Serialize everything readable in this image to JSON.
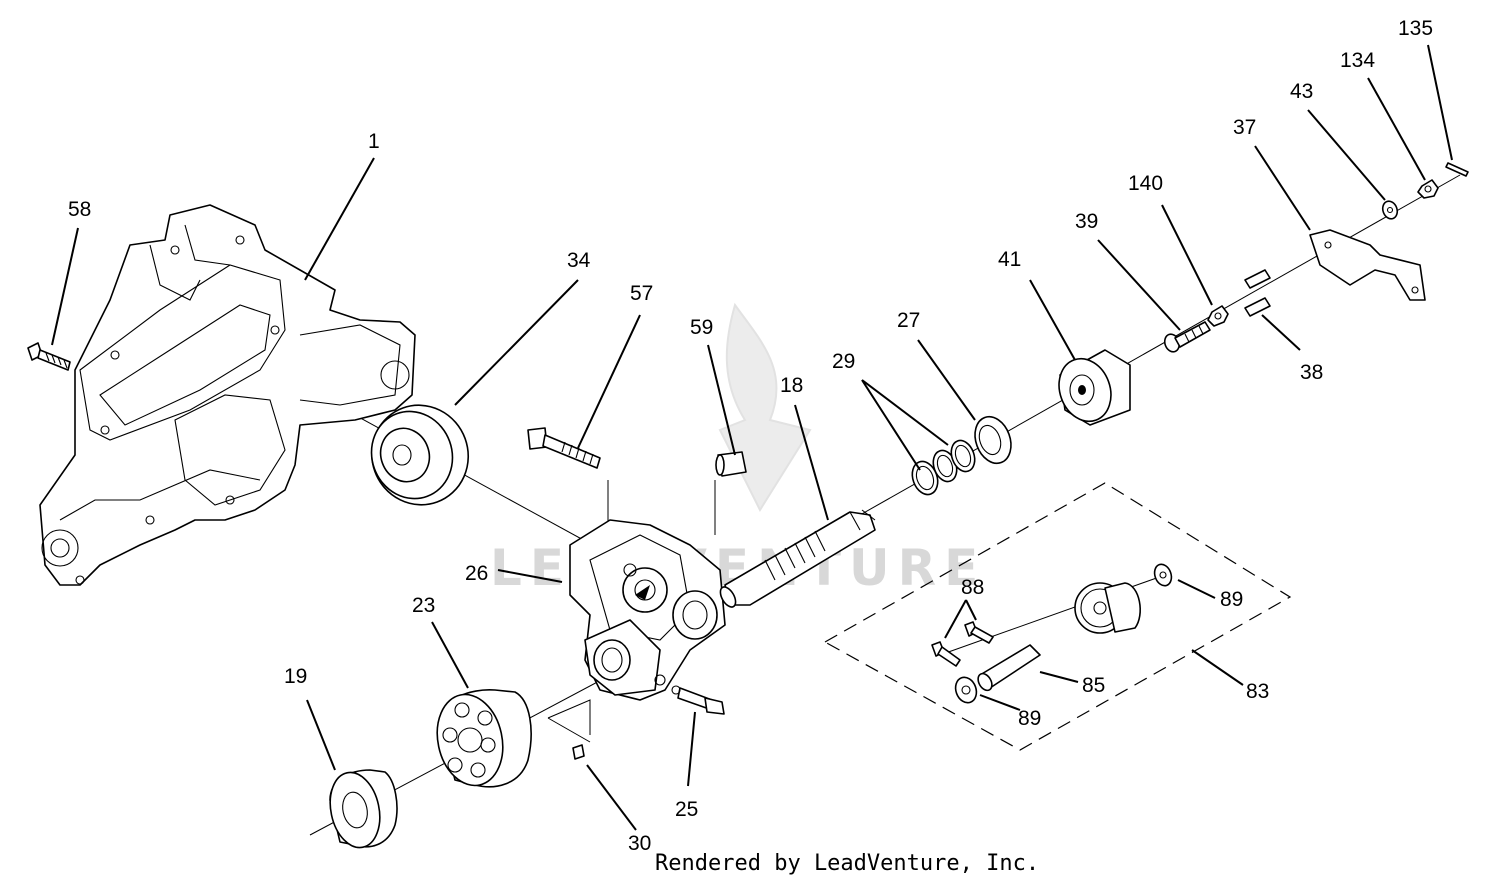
{
  "diagram": {
    "footer": "Rendered by LeadVenture, Inc.",
    "watermark": "LEADVENTURE",
    "callouts": [
      {
        "id": "1",
        "label": "1"
      },
      {
        "id": "58",
        "label": "58"
      },
      {
        "id": "34",
        "label": "34"
      },
      {
        "id": "57",
        "label": "57"
      },
      {
        "id": "59",
        "label": "59"
      },
      {
        "id": "18",
        "label": "18"
      },
      {
        "id": "29",
        "label": "29"
      },
      {
        "id": "27",
        "label": "27"
      },
      {
        "id": "41",
        "label": "41"
      },
      {
        "id": "39",
        "label": "39"
      },
      {
        "id": "140",
        "label": "140"
      },
      {
        "id": "37",
        "label": "37"
      },
      {
        "id": "43",
        "label": "43"
      },
      {
        "id": "134",
        "label": "134"
      },
      {
        "id": "135",
        "label": "135"
      },
      {
        "id": "38",
        "label": "38"
      },
      {
        "id": "26",
        "label": "26"
      },
      {
        "id": "23",
        "label": "23"
      },
      {
        "id": "19",
        "label": "19"
      },
      {
        "id": "25",
        "label": "25"
      },
      {
        "id": "30",
        "label": "30"
      },
      {
        "id": "88",
        "label": "88"
      },
      {
        "id": "89a",
        "label": "89"
      },
      {
        "id": "89b",
        "label": "89"
      },
      {
        "id": "85",
        "label": "85"
      },
      {
        "id": "83",
        "label": "83"
      }
    ]
  }
}
